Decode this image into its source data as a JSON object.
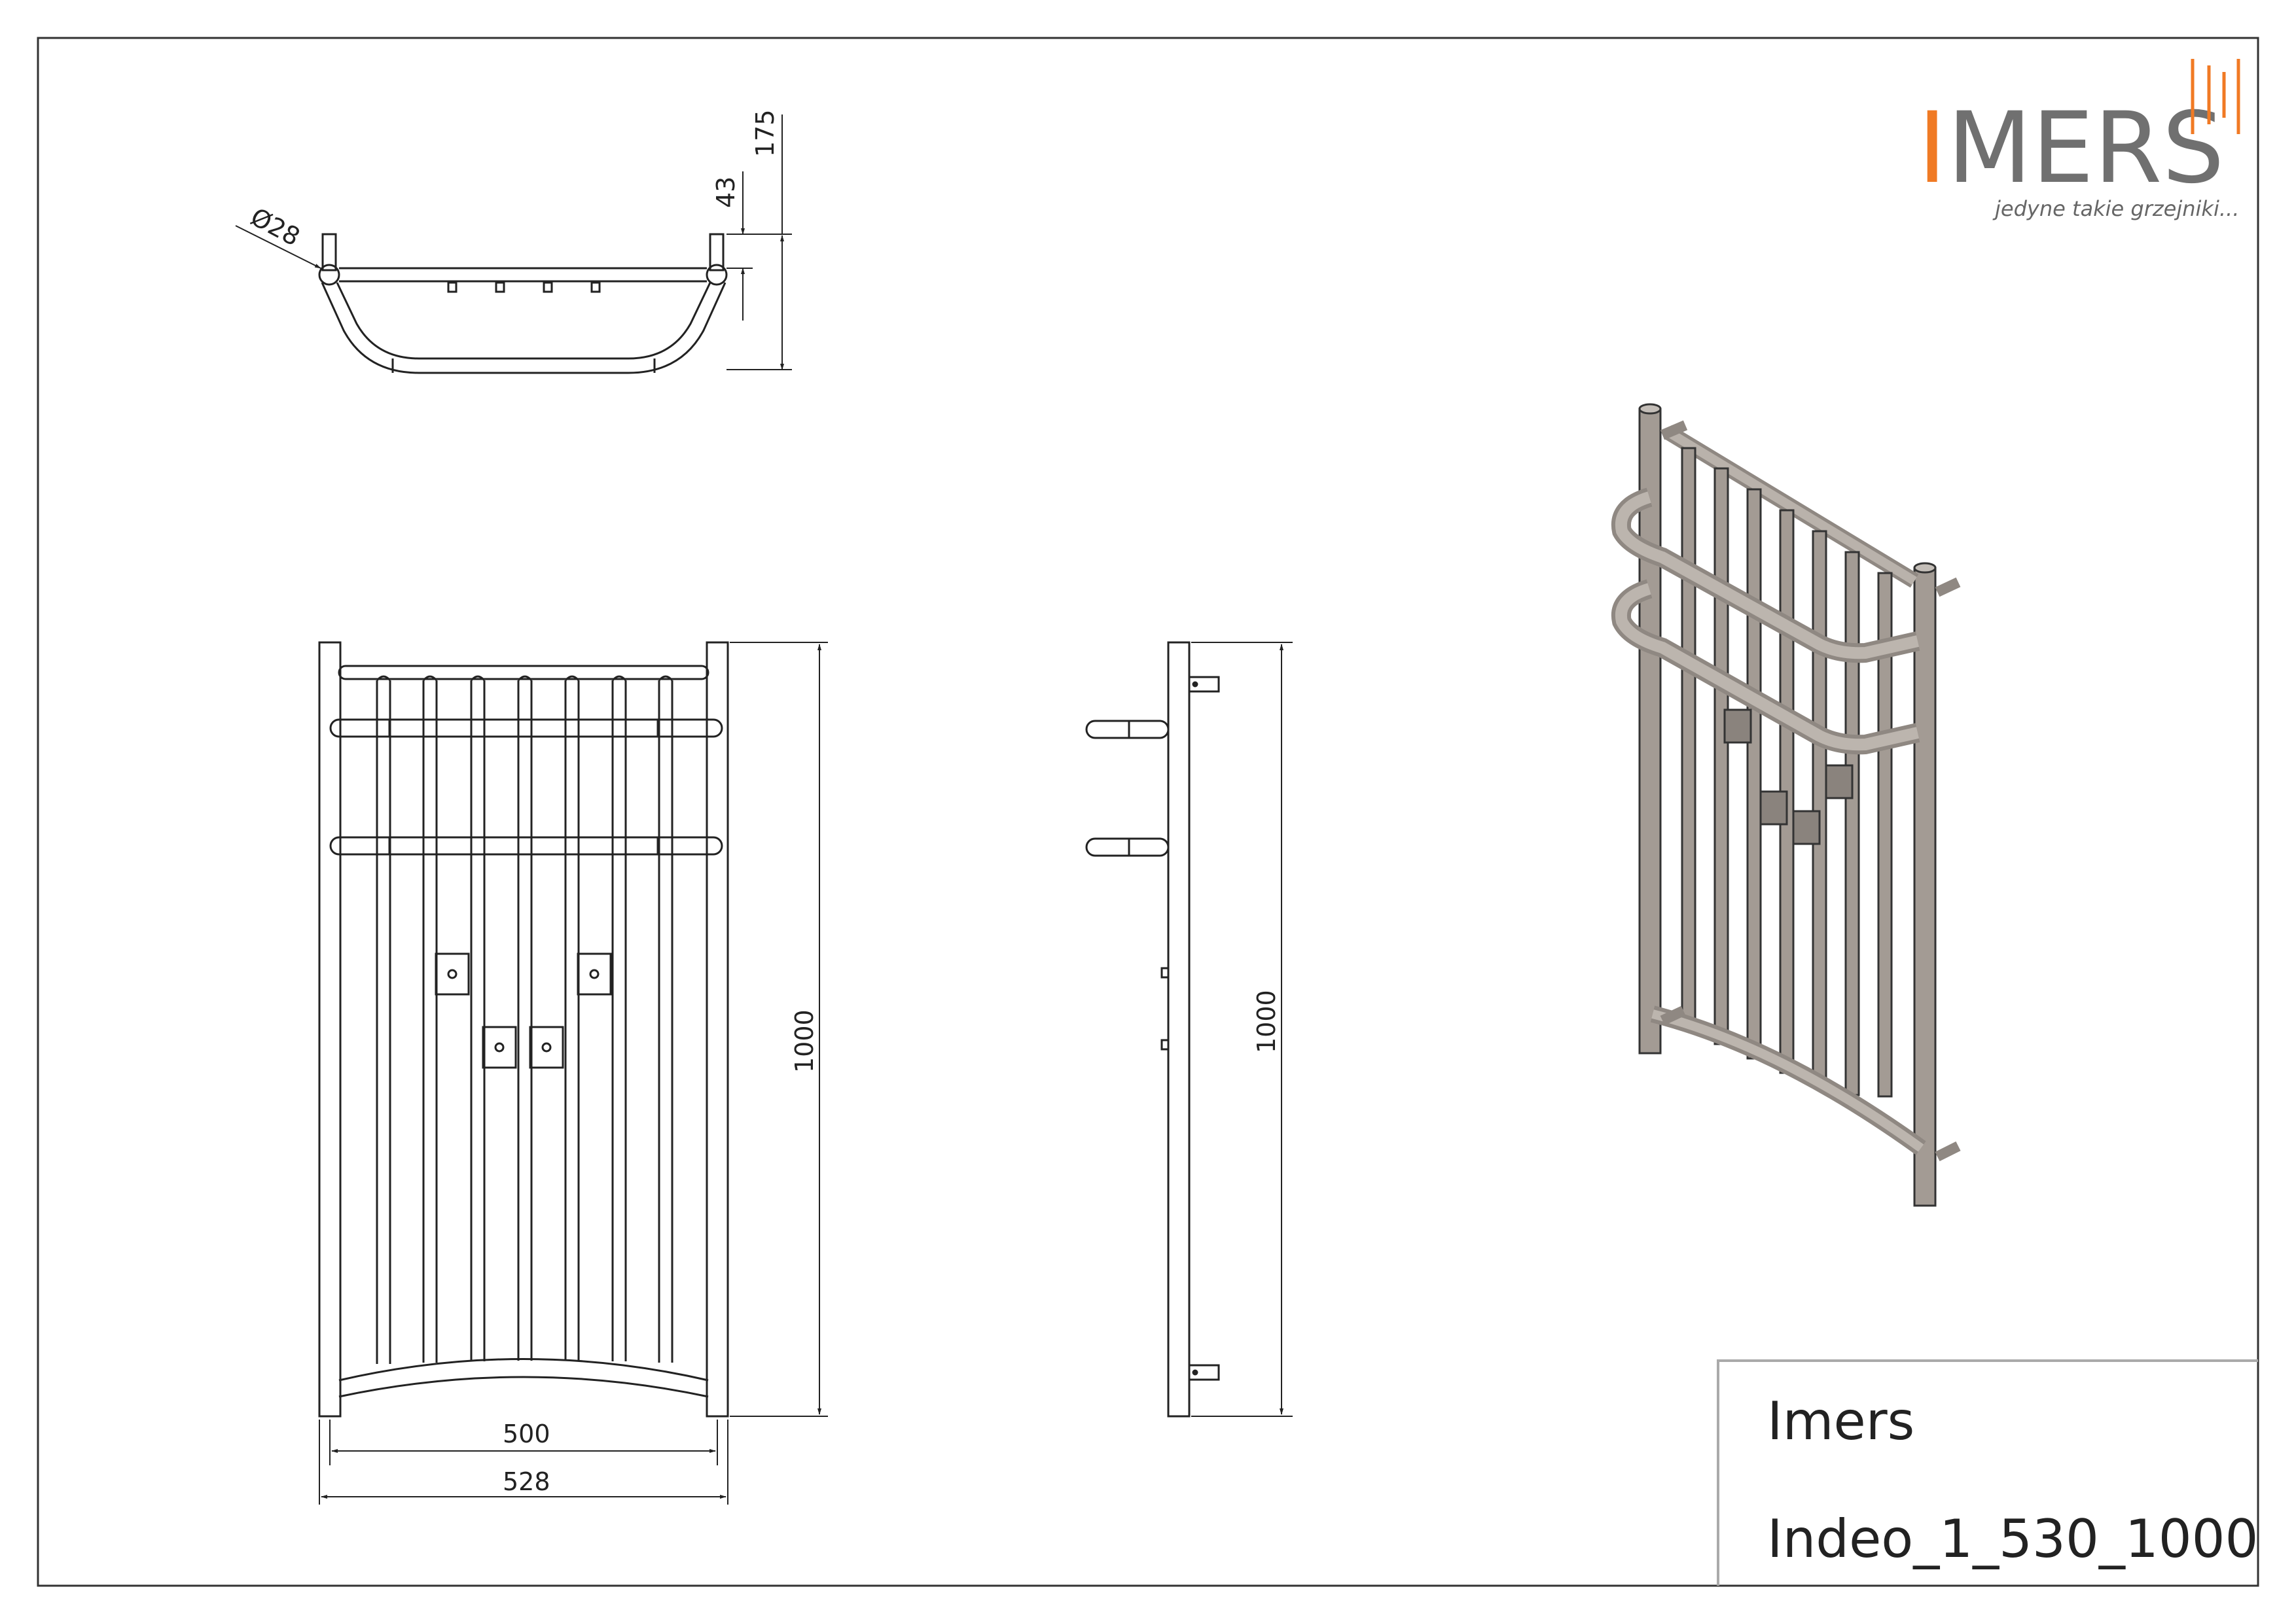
{
  "logo": {
    "letter_i": "I",
    "wordmark": "MERS",
    "tagline": "jedyne takie grzejniki...",
    "accent_color": "#f07a24",
    "text_color": "#707070"
  },
  "dimensions": {
    "top_view": {
      "diameter": "Ø28",
      "offset_small": "43",
      "depth": "175"
    },
    "front_view": {
      "inner_width": "500",
      "outer_width": "528",
      "height": "1000"
    },
    "side_view": {
      "height": "1000"
    }
  },
  "title_block": {
    "company": "Imers",
    "model": "Indeo_1_530_1000"
  }
}
